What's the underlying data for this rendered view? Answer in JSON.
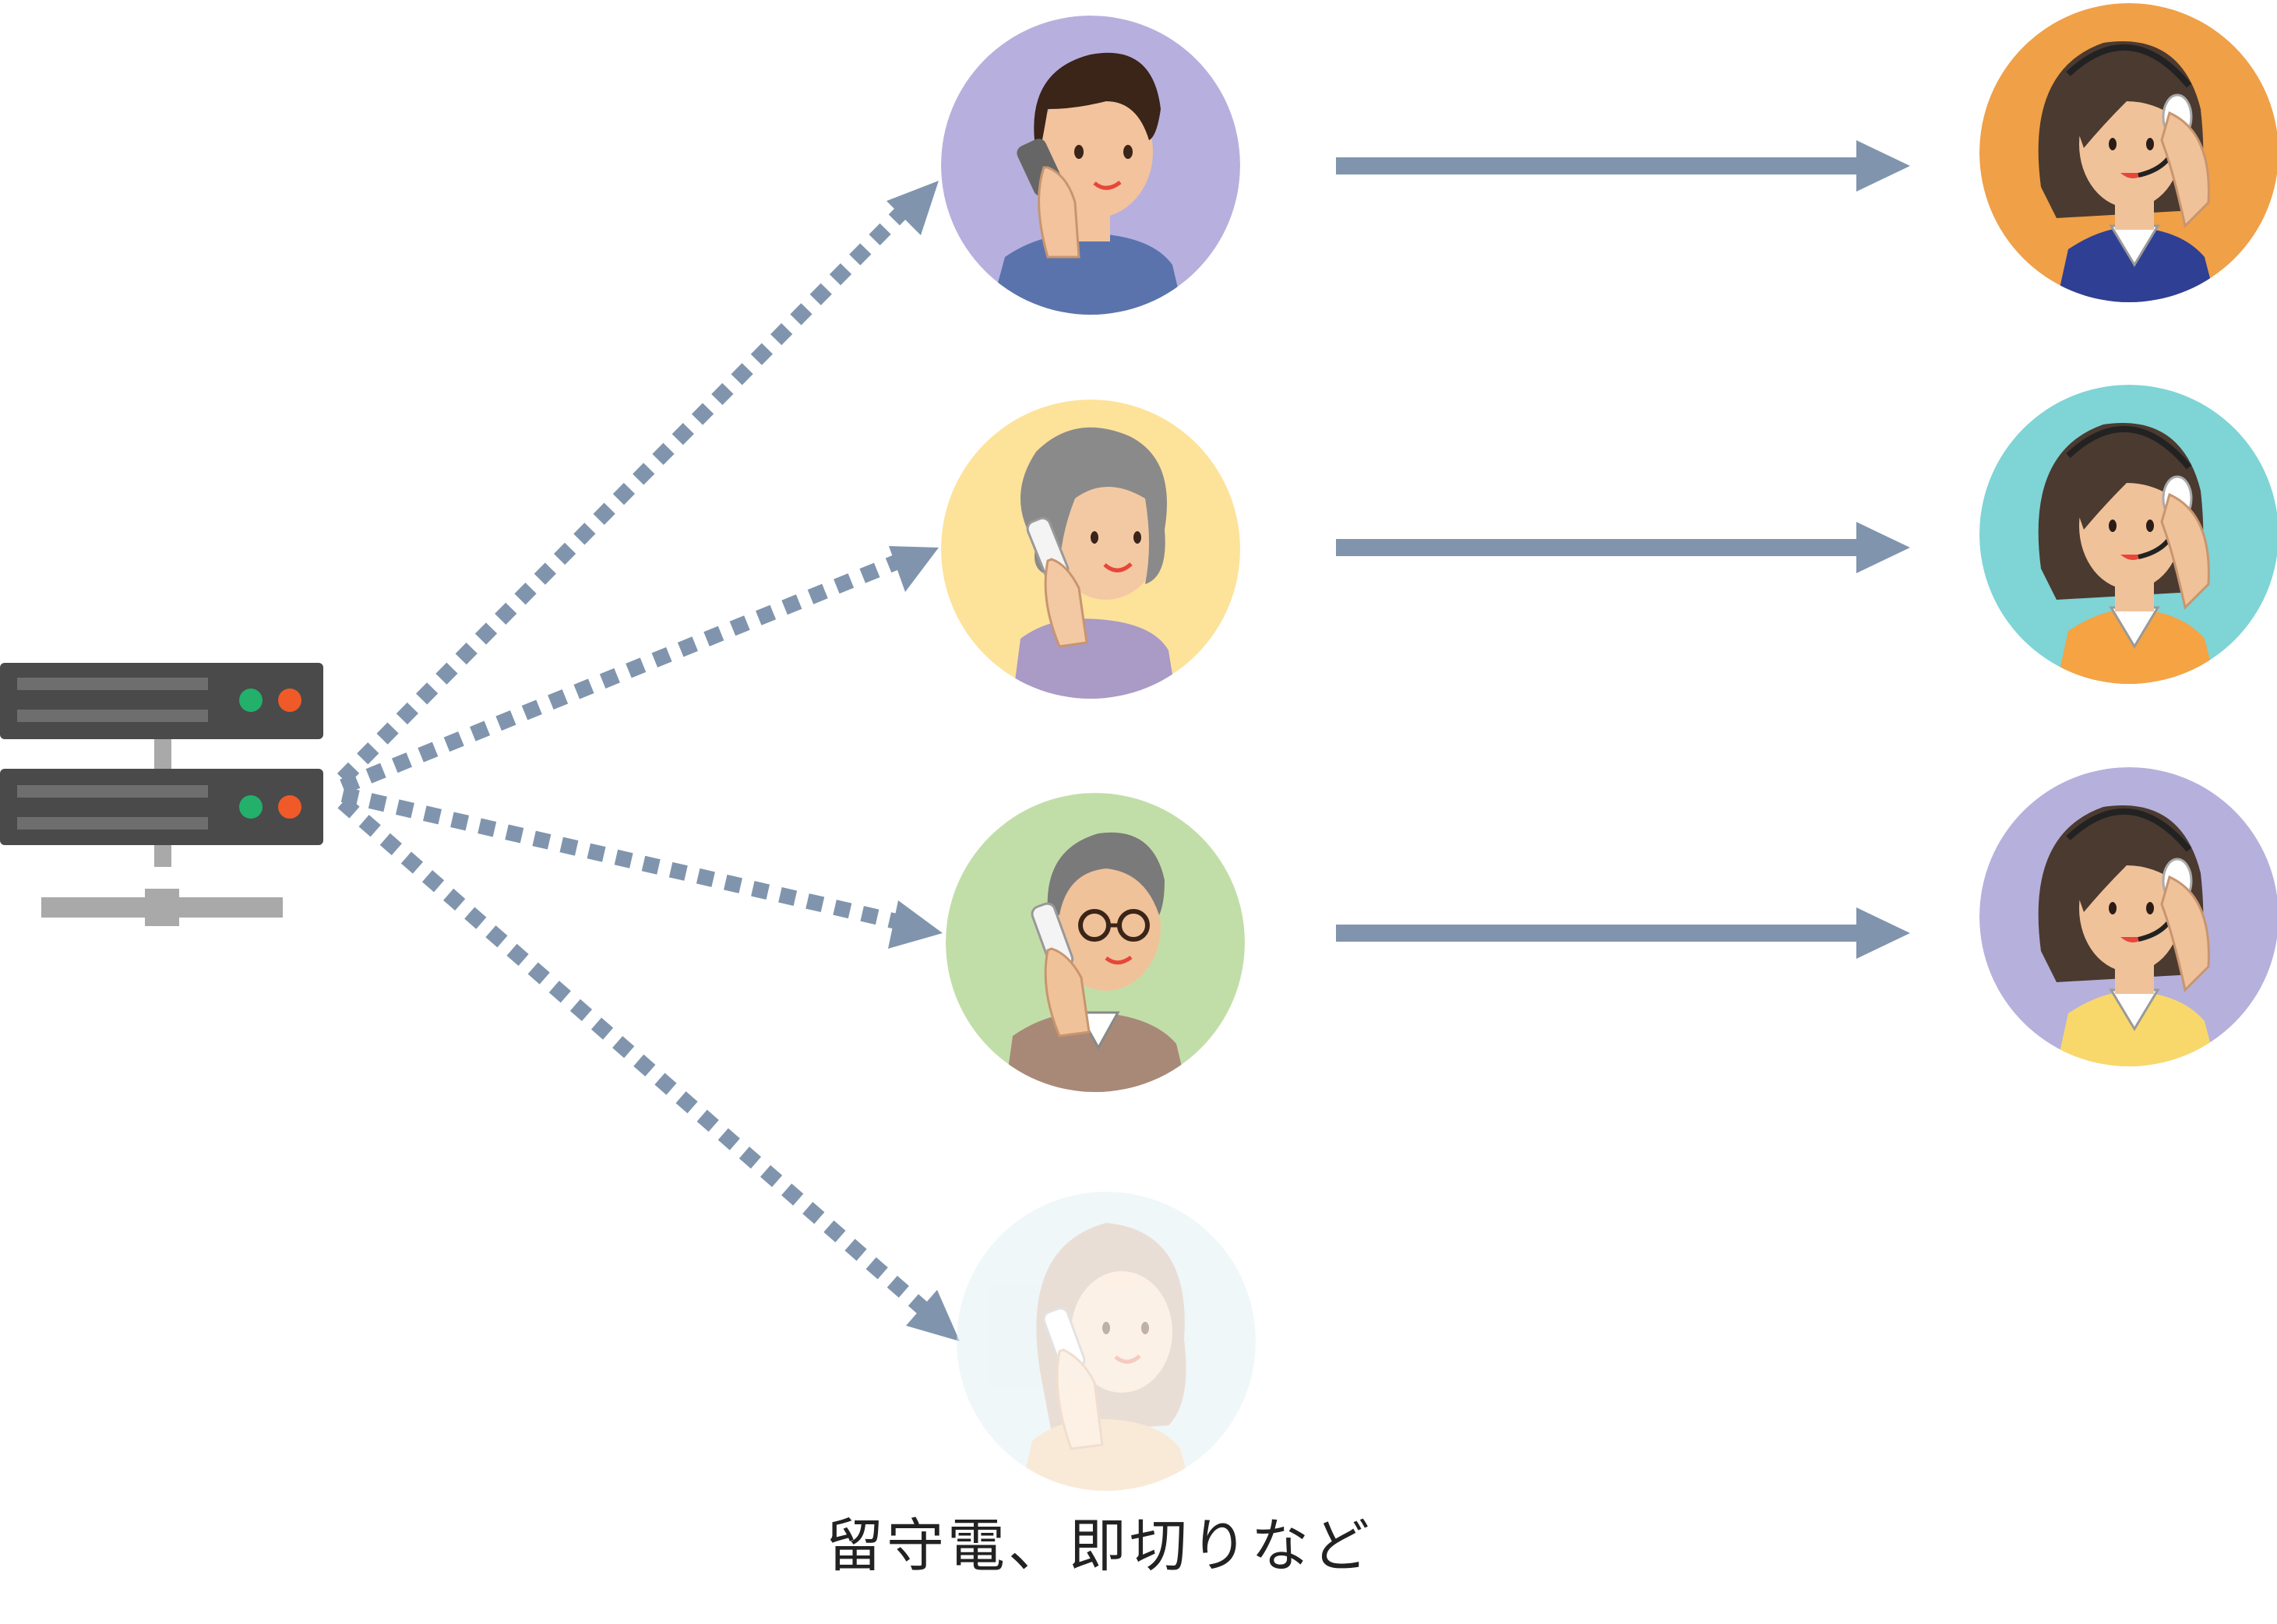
{
  "caption": "留守電、即切りなど",
  "colors": {
    "arrow": "#8095ad",
    "server_body": "#4a4a4a",
    "server_slot": "#6e6e6e",
    "server_led_green": "#22b06a",
    "server_led_red": "#f05a28",
    "server_stand": "#a9a9a9"
  },
  "server": {
    "icon": "server-icon",
    "units": 2
  },
  "callers": [
    {
      "id": "young-man",
      "icon": "young-man-on-phone-icon",
      "bg": "#b7b0de",
      "shirt": "#5a73ad",
      "hair": "#3b2418",
      "connected": true
    },
    {
      "id": "elderly-woman",
      "icon": "elderly-woman-on-phone-icon",
      "bg": "#fde29a",
      "shirt": "#a99ac6",
      "hair": "#8a8a8a",
      "connected": true
    },
    {
      "id": "elderly-man",
      "icon": "elderly-man-with-glasses-on-phone-icon",
      "bg": "#c2dea8",
      "shirt": "#a88977",
      "hair": "#7a7a7a",
      "connected": true
    },
    {
      "id": "woman-faded",
      "icon": "woman-on-phone-faded-icon",
      "bg": "#e3f0f4",
      "shirt": "#f5d9b8",
      "hair": "#d8c4b4",
      "connected": false
    }
  ],
  "operators": [
    {
      "id": "operator-1",
      "icon": "operator-with-headset-icon",
      "bg": "#f0a047",
      "shirt": "#2f3f93"
    },
    {
      "id": "operator-2",
      "icon": "operator-with-headset-icon",
      "bg": "#7fd4d6",
      "shirt": "#f5a343"
    },
    {
      "id": "operator-3",
      "icon": "operator-with-headset-icon",
      "bg": "#b6b0dc",
      "shirt": "#f8d86a"
    }
  ]
}
